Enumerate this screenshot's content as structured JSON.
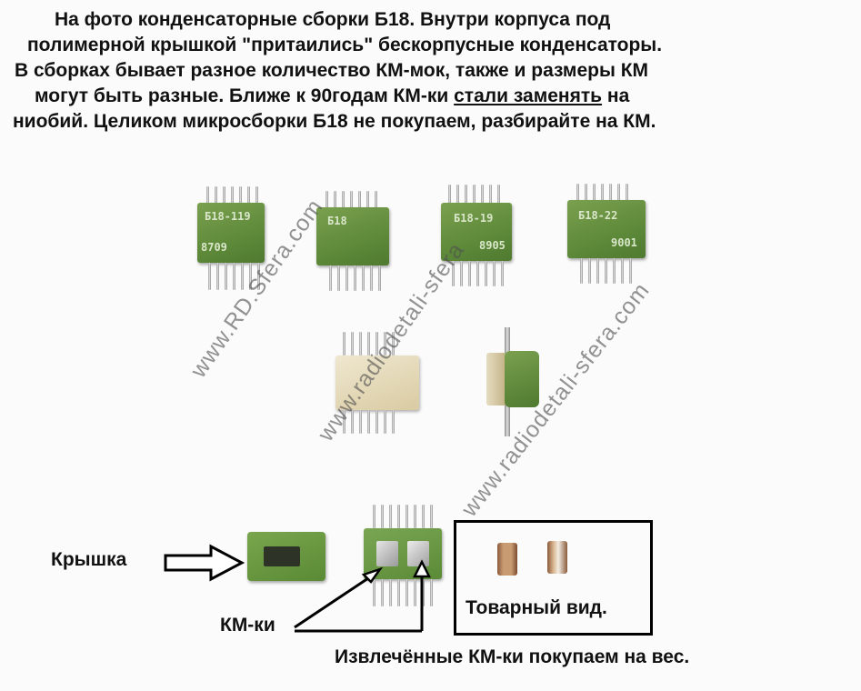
{
  "header": {
    "line1": "На фото  конденсаторные сборки Б18.  Внутри корпуса под",
    "line2": "полимерной крышкой \"притаились\" бескорпусные конденсаторы.",
    "line3": "В сборках бывает разное количество КМ-мок, также и размеры КМ",
    "line4_a": "могут быть разные.  Ближе к 90годам КМ-ки ",
    "line4_u": "стали заменять",
    "line4_b": " на",
    "line5": "ниобий. Целиком микросборки Б18 не покупаем, разбирайте на КМ."
  },
  "chips": [
    {
      "text": "Б18-119",
      "code": "8709"
    },
    {
      "text": "Б18",
      "code": ""
    },
    {
      "text": "Б18-19",
      "code": "8905"
    },
    {
      "text": "Б18-22",
      "code": "9001"
    }
  ],
  "watermarks": {
    "w1": "www.RD.Sfera.com",
    "w2": "www.radiodetali-sfera",
    "w3": "www.radiodetali-sfera.com"
  },
  "labels": {
    "lid": "Крышка",
    "km": "КМ-ки",
    "commodity": "Товарный вид.",
    "bottom": "Извлечённые КМ-ки покупаем на вес."
  }
}
